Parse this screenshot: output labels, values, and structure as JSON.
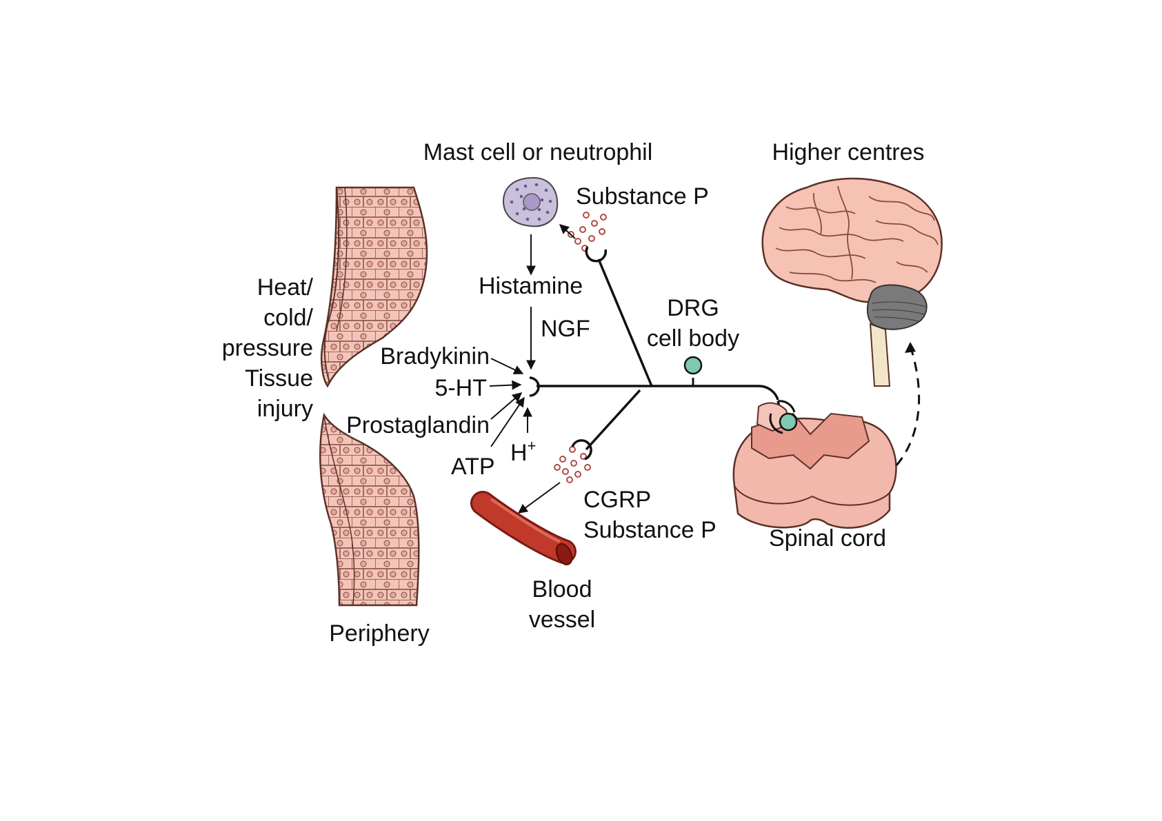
{
  "labels": {
    "mast_cell": "Mast cell or neutrophil",
    "higher_centres": "Higher centres",
    "substance_p_top": "Substance P",
    "histamine": "Histamine",
    "ngf": "NGF",
    "drg_line1": "DRG",
    "drg_line2": "cell body",
    "heat": "Heat/",
    "cold": "cold/",
    "pressure": "pressure",
    "tissue": "Tissue",
    "injury": "injury",
    "bradykinin": "Bradykinin",
    "five_ht": "5-HT",
    "prostaglandin": "Prostaglandin",
    "atp": "ATP",
    "h_plus_base": "H",
    "h_plus_sup": "+",
    "cgrp": "CGRP",
    "substance_p_bottom": "Substance P",
    "blood_line1": "Blood",
    "blood_line2": "vessel",
    "periphery": "Periphery",
    "spinal_cord": "Spinal cord"
  },
  "colors": {
    "tissue_fill": "#f4c4b8",
    "tissue_nucleus": "#e8a89a",
    "brain_fill": "#f5c2b3",
    "cerebellum": "#7a7a7a",
    "mast_cell": "#c9c0dc",
    "drg_cell": "#7ec8b4",
    "blood_vessel": "#c0392b",
    "granules": "#d98b83",
    "spinal_cord": "#f2b8ab"
  }
}
